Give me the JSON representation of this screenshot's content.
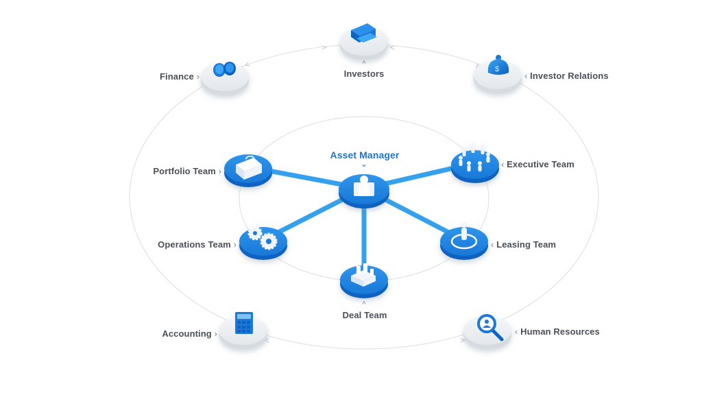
{
  "colors": {
    "accent": "#1f74c9",
    "node_blue": "#1e88e5",
    "connector": "#3aa0ea",
    "outer_disc": "#e9ecef",
    "ring": "#d9dde2",
    "label": "#4a4f57"
  },
  "center": {
    "label": "Asset Manager",
    "icon": "person-icon"
  },
  "inner_nodes": [
    {
      "id": "portfolio-team",
      "label": "Portfolio Team",
      "icon": "briefcase-icon"
    },
    {
      "id": "executive-team",
      "label": "Executive Team",
      "icon": "people-group-icon"
    },
    {
      "id": "operations-team",
      "label": "Operations Team",
      "icon": "gears-icon"
    },
    {
      "id": "leasing-team",
      "label": "Leasing Team",
      "icon": "person-target-icon"
    },
    {
      "id": "deal-team",
      "label": "Deal Team",
      "icon": "buildings-icon"
    }
  ],
  "outer_nodes": [
    {
      "id": "investors",
      "label": "Investors",
      "icon": "money-stack-icon"
    },
    {
      "id": "finance",
      "label": "Finance",
      "icon": "coins-icon"
    },
    {
      "id": "investor-relations",
      "label": "Investor Relations",
      "icon": "money-bag-icon"
    },
    {
      "id": "accounting",
      "label": "Accounting",
      "icon": "calculator-icon"
    },
    {
      "id": "human-resources",
      "label": "Human Resources",
      "icon": "magnifier-person-icon"
    }
  ],
  "chevrons": {
    "right": "›",
    "left": "‹",
    "up": "^",
    "down": "⌄"
  }
}
